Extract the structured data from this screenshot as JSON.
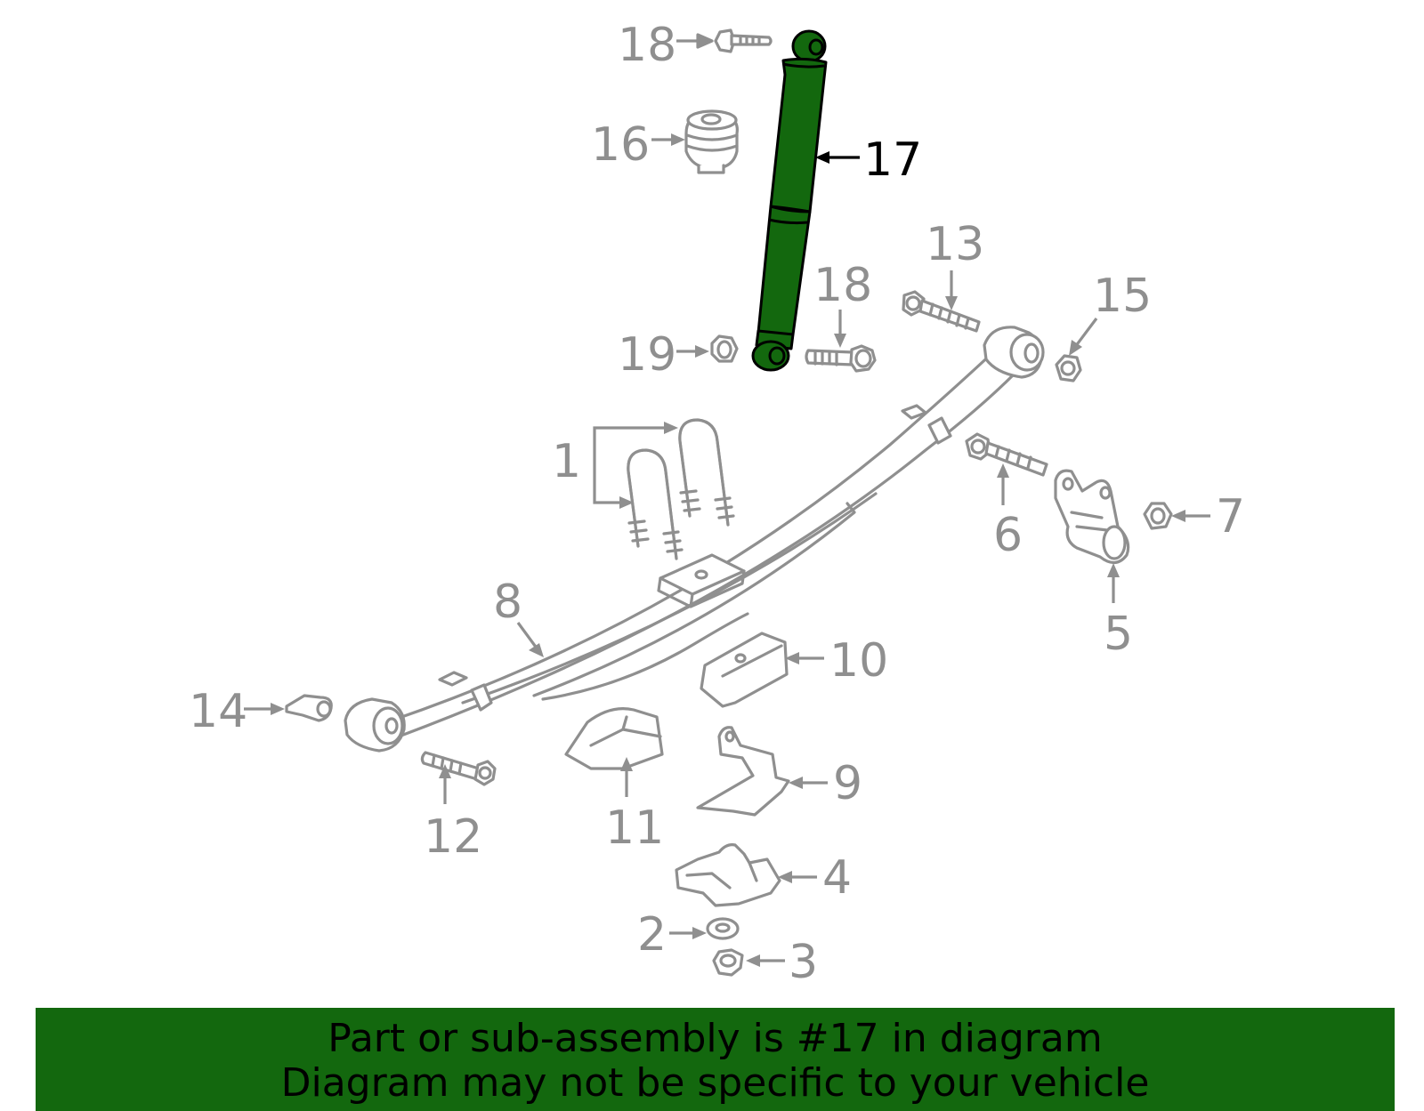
{
  "callouts": [
    {
      "id": "1",
      "text": "1"
    },
    {
      "id": "2",
      "text": "2"
    },
    {
      "id": "3",
      "text": "3"
    },
    {
      "id": "4",
      "text": "4"
    },
    {
      "id": "5",
      "text": "5"
    },
    {
      "id": "6",
      "text": "6"
    },
    {
      "id": "7",
      "text": "7"
    },
    {
      "id": "8",
      "text": "8"
    },
    {
      "id": "9",
      "text": "9"
    },
    {
      "id": "10",
      "text": "10"
    },
    {
      "id": "11",
      "text": "11"
    },
    {
      "id": "12",
      "text": "12"
    },
    {
      "id": "13",
      "text": "13"
    },
    {
      "id": "14",
      "text": "14"
    },
    {
      "id": "15",
      "text": "15"
    },
    {
      "id": "16",
      "text": "16"
    },
    {
      "id": "17",
      "text": "17"
    },
    {
      "id": "18a",
      "text": "18"
    },
    {
      "id": "18b",
      "text": "18"
    },
    {
      "id": "19",
      "text": "19"
    }
  ],
  "highlighted_part": "17",
  "colors": {
    "highlight": "#13680e",
    "part_outline": "#8f8f8f",
    "highlight_outline": "#000000",
    "banner_bg": "#13680e"
  },
  "banner": {
    "line1": "Part or sub-assembly is #17 in diagram",
    "line2": "Diagram may not be specific to your vehicle"
  }
}
